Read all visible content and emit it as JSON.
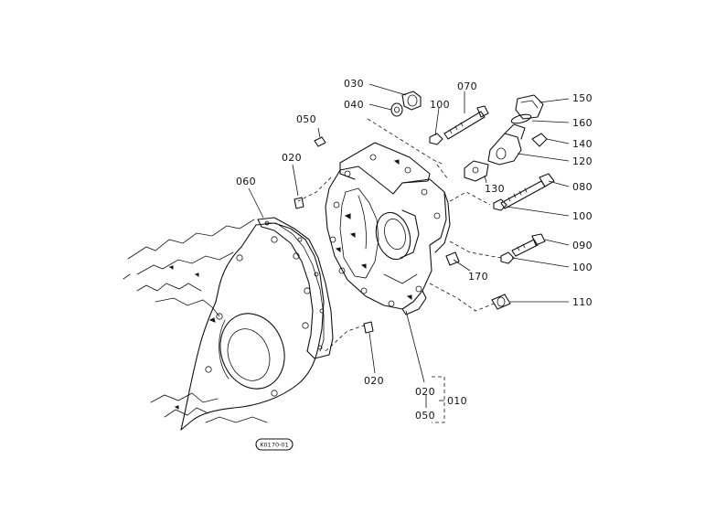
{
  "diagram": {
    "drawing_id": "K0170-01",
    "parts": {
      "p010": "010",
      "p020_upper": "020",
      "p020_lower": "020",
      "p020_group": "020",
      "p030": "030",
      "p040": "040",
      "p050": "050",
      "p050_group": "050",
      "p060": "060",
      "p070": "070",
      "p080": "080",
      "p090": "090",
      "p100_top": "100",
      "p100_mid": "100",
      "p100_low": "100",
      "p110": "110",
      "p120": "120",
      "p130": "130",
      "p140": "140",
      "p150": "150",
      "p160": "160",
      "p170": "170"
    }
  }
}
